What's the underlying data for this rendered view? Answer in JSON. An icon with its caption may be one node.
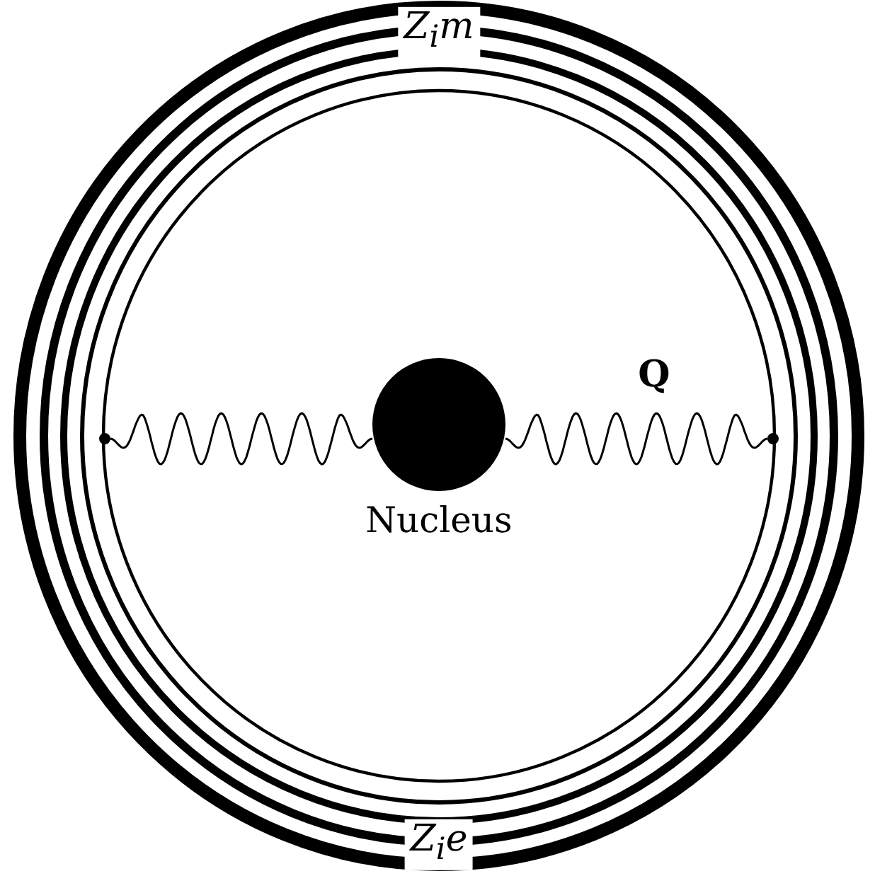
{
  "diagram": {
    "nodes": [
      {
        "text": [],
        "shape": "circle",
        "beside": [
          "Nucleus"
        ]
      },
      {
        "text": [],
        "shape": "circle"
      },
      {
        "text": [],
        "shape": "circle"
      }
    ],
    "edges": [
      {
        "from": 1,
        "to": 0,
        "arrow": "none"
      },
      {
        "from": 0,
        "to": 2,
        "arrow": "none"
      }
    ],
    "labels": [
      "Z$_{i}$m",
      "Q",
      "Z$_{i}$e"
    ]
  }
}
